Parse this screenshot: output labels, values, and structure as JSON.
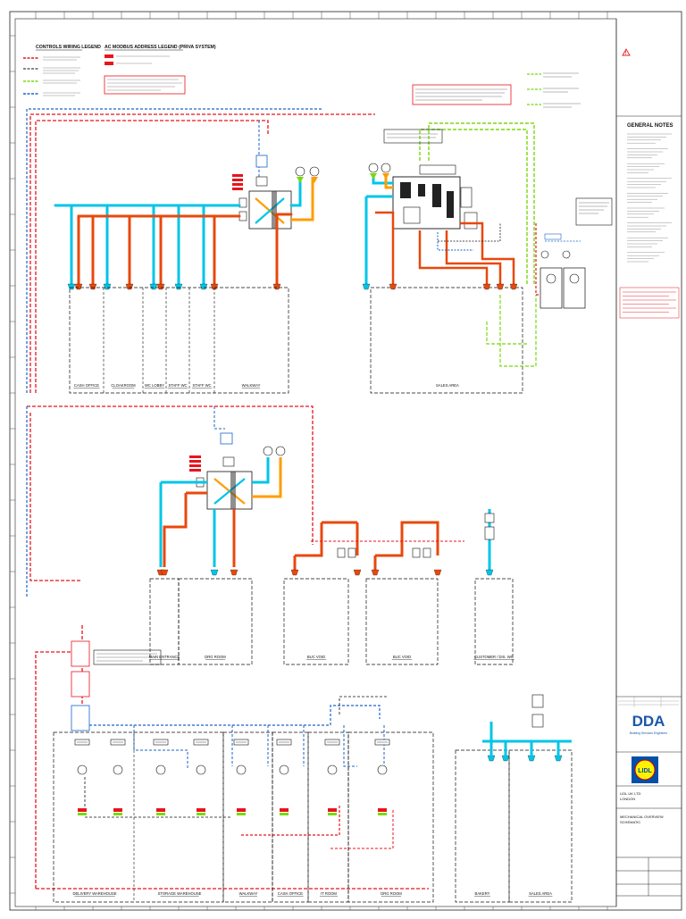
{
  "legends": {
    "controls_title": "CONTROLS WIRING LEGEND",
    "modbus_title": "AC MODBUS ADDRESS LEGEND (PRIVA SYSTEM)"
  },
  "general_notes": {
    "title": "GENERAL NOTES"
  },
  "rooms": {
    "top": [
      "CASH OFFICE",
      "CLOAKROOM",
      "WC LOBBY",
      "STAFF WC",
      "STAFF WC",
      "WALKWAY"
    ],
    "sales_area": "SALES AREA",
    "middle": [
      "MAIN ENTRANCE",
      "DRG ROOM",
      "BUC VOID",
      "BUC VOID",
      "CUSTOMER / DIS. WC"
    ],
    "bottom": [
      "DELIVERY WAREHOUSE",
      "STORAGE WAREHOUSE",
      "WALKWAY",
      "CASH OFFICE",
      "IT ROOM",
      "DRG ROOM",
      "BAKERY",
      "SALES AREA"
    ]
  },
  "title_block": {
    "logo": "DDA",
    "logo_sub": "Building Services Engineers",
    "client": "LIDL",
    "client_name": "LIDL UK LTD",
    "client_city": "LONDON",
    "drawing_title_1": "MECHANICAL OVERVIEW",
    "drawing_title_2": "SCHEMATIC"
  },
  "colors": {
    "controls_red": "#e8141c",
    "modbus_blue": "#1a63c9",
    "supply_cyan": "#00c5e8",
    "extract_orange": "#ff9d00",
    "heating_red": "#e8480c",
    "network_green": "#7bd80d",
    "fresh_yellow": "#e6e600"
  }
}
